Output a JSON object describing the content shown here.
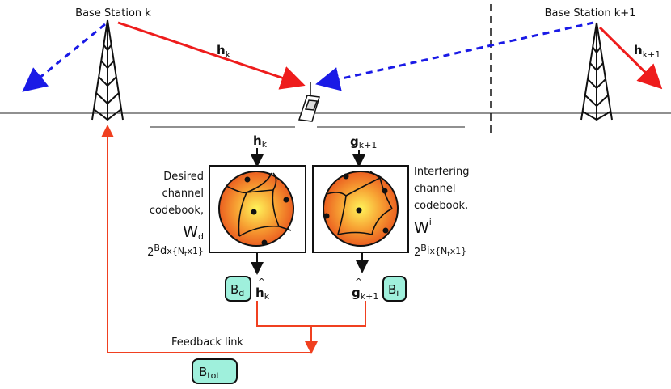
{
  "base_station_k": "Base Station k",
  "base_station_k1": "Base Station k+1",
  "h_k": {
    "base": "h",
    "sub": "k"
  },
  "h_k1": {
    "base": "h",
    "sub": "k+1"
  },
  "g_k1": {
    "base": "g",
    "sub": "k+1"
  },
  "desired": {
    "lines": [
      "Desired",
      "channel",
      "codebook,"
    ],
    "W": "W",
    "W_sub": "d",
    "size_base": "2",
    "size_sup": "B",
    "size_supsub": "d",
    "size_rest": "x{N",
    "size_t": "t",
    "size_end": "x1}"
  },
  "interfering": {
    "lines": [
      "Interfering",
      "channel",
      "codebook,"
    ],
    "W": "W",
    "W_sub": "i",
    "size_base": "2",
    "size_sup": "B",
    "size_supsub": "i",
    "size_rest": "x{N",
    "size_t": "t",
    "size_end": "x1}"
  },
  "hat": "^",
  "hhat": {
    "base": "h",
    "sub": "k"
  },
  "ghat": {
    "base": "g",
    "sub": "k+1"
  },
  "bd": {
    "base": "B",
    "sub": "d"
  },
  "bi": {
    "base": "B",
    "sub": "i"
  },
  "btot": {
    "base": "B",
    "sub": "tot"
  },
  "feedback_link": "Feedback link",
  "colors": {
    "red": "#ee1c1c",
    "blue": "#1a1ae6",
    "feedback": "#f04020",
    "box_fill": "#9ff0dc"
  }
}
